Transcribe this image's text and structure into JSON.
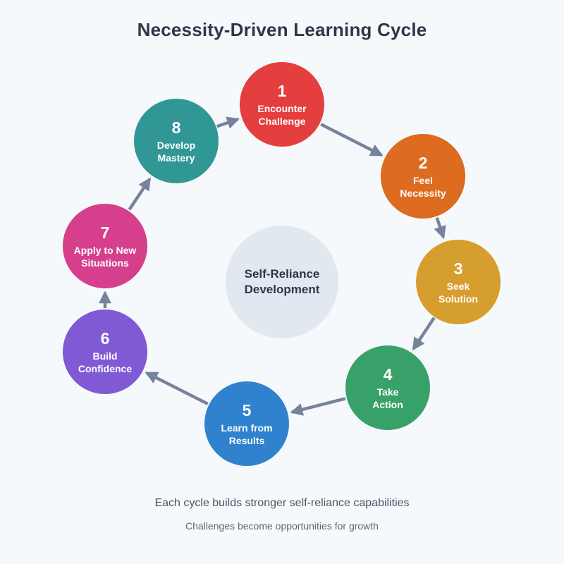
{
  "title": "Necessity-Driven Learning Cycle",
  "center": {
    "label": "Self-Reliance Development",
    "lines": [
      "Self-Reliance",
      "Development"
    ]
  },
  "steps": [
    {
      "number": "1",
      "label": "Encounter Challenge",
      "lines": [
        "Encounter",
        "Challenge"
      ],
      "color": "#e53e3e"
    },
    {
      "number": "2",
      "label": "Feel Necessity",
      "lines": [
        "Feel",
        "Necessity"
      ],
      "color": "#dd6b20"
    },
    {
      "number": "3",
      "label": "Seek Solution",
      "lines": [
        "Seek",
        "Solution"
      ],
      "color": "#d69e2e"
    },
    {
      "number": "4",
      "label": "Take Action",
      "lines": [
        "Take",
        "Action"
      ],
      "color": "#38a169"
    },
    {
      "number": "5",
      "label": "Learn from Results",
      "lines": [
        "Learn from",
        "Results"
      ],
      "color": "#3182ce"
    },
    {
      "number": "6",
      "label": "Build Confidence",
      "lines": [
        "Build",
        "Confidence"
      ],
      "color": "#805ad5"
    },
    {
      "number": "7",
      "label": "Apply to New Situations",
      "lines": [
        "Apply to New",
        "Situations"
      ],
      "color": "#d53f8c"
    },
    {
      "number": "8",
      "label": "Develop Mastery",
      "lines": [
        "Develop",
        "Mastery"
      ],
      "color": "#319795"
    }
  ],
  "footer": {
    "line1": "Each cycle builds stronger self-reliance capabilities",
    "line2": "Challenges become opportunities for growth"
  },
  "colors": {
    "background": "#f6f9fc",
    "title": "#2d3748",
    "arrow": "#76839b",
    "center_fill": "#e2e8f0",
    "center_text": "#2d3748",
    "step_text": "#ffffff",
    "footer_primary": "#4a5568",
    "footer_secondary": "#5a6678"
  }
}
